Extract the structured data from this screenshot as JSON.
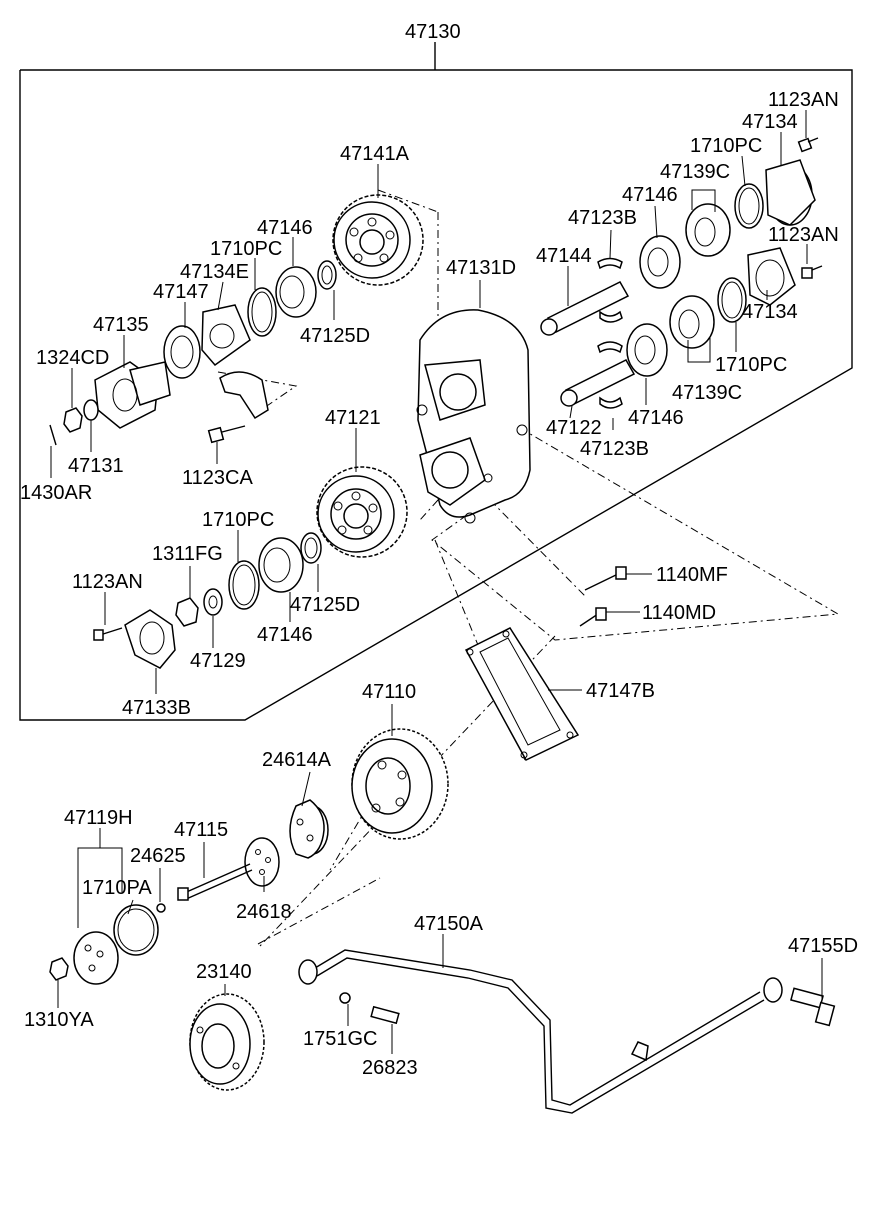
{
  "labels": {
    "main_assembly": "47130",
    "bolt_top_right": "1123AN",
    "cover_top_right": "47134",
    "oring_top_right": "1710PC",
    "spacer_top_right": "47139C",
    "bearing_top_right": "47146",
    "shell_top_right": "47123B",
    "shaft_upper": "47144",
    "bolt_mid_right": "1123AN",
    "cover_mid_right": "47134",
    "oring_mid_right": "1710PC",
    "spacer_mid_right": "47139C",
    "bearing_mid_right": "47146",
    "shaft_lower": "47122",
    "shell_lower_right": "47123B",
    "gear_upper": "47141A",
    "bearing_upper_left": "47146",
    "oring_upper_left": "1710PC",
    "cover_upper_left": "47134E",
    "gasket_upper_left": "47147",
    "housing_upper_left": "47135",
    "nut_upper_left": "1324CD",
    "washer_upper_left": "47131",
    "pin_upper_left": "1430AR",
    "bolt_upper_left": "1123CA",
    "ring_upper_left": "47125D",
    "case_cover": "47131D",
    "gear_middle": "47121",
    "oring_lower_left": "1710PC",
    "nut_lower_left": "1311FG",
    "bolt_lower_left": "1123AN",
    "washer_lower_left": "47129",
    "cover_lower_left": "47133B",
    "bearing_lower_left": "47146",
    "ring_lower_left": "47125D",
    "bolt_mf": "1140MF",
    "bolt_md": "1140MD",
    "gasket_case": "47147B",
    "gear_drive": "47110",
    "hub": "24614A",
    "assembly_hub": "47119H",
    "shaft_drive": "47115",
    "pin_small": "24625",
    "oring_pa": "1710PA",
    "plate": "24618",
    "nut_ya": "1310YA",
    "gear_pulley": "23140",
    "pipe": "47150A",
    "gasket_gc": "1751GC",
    "bolt_pipe": "26823",
    "bolt_eye": "47155D"
  }
}
